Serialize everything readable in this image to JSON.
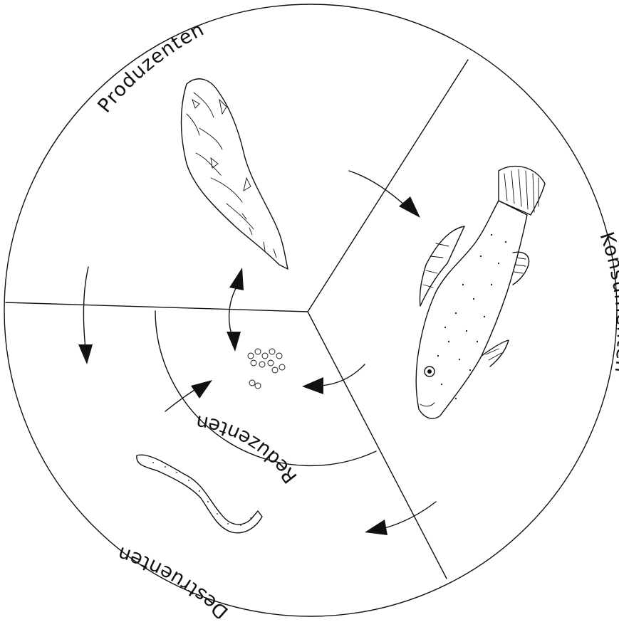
{
  "labels": {
    "producers": "Produzenten",
    "consumers": "Konsumenten",
    "destruents": "Destruenten",
    "reducers": "Reduzenten"
  },
  "flows": [
    {
      "from": "Produzenten",
      "to": "Konsumenten"
    },
    {
      "from": "Konsumenten",
      "to": "Destruenten"
    },
    {
      "from": "Konsumenten",
      "to": "Reduzenten"
    },
    {
      "from": "Produzenten",
      "to": "Destruenten"
    },
    {
      "from": "Destruenten",
      "to": "Reduzenten"
    },
    {
      "from": "Reduzenten",
      "to": "Produzenten",
      "bidirectional": true
    }
  ]
}
